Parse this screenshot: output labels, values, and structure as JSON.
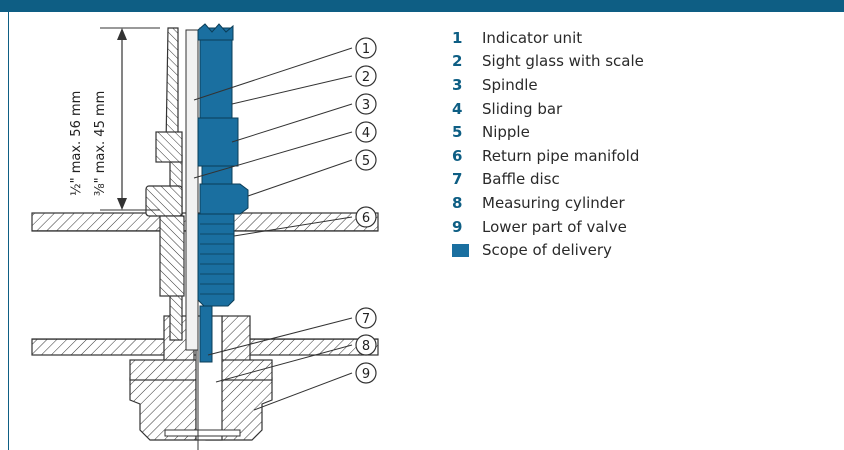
{
  "dimension_labels": {
    "half_inch": "½\" max. 56 mm",
    "three_eighths": "⅜\" max. 45 mm"
  },
  "callouts": [
    "1",
    "2",
    "3",
    "4",
    "5",
    "6",
    "7",
    "8",
    "9"
  ],
  "legend": [
    {
      "num": "1",
      "label": "Indicator unit"
    },
    {
      "num": "2",
      "label": "Sight glass with scale"
    },
    {
      "num": "3",
      "label": "Spindle"
    },
    {
      "num": "4",
      "label": "Sliding bar"
    },
    {
      "num": "5",
      "label": "Nipple"
    },
    {
      "num": "6",
      "label": "Return pipe manifold"
    },
    {
      "num": "7",
      "label": "Baffle disc"
    },
    {
      "num": "8",
      "label": "Measuring cylinder"
    },
    {
      "num": "9",
      "label": "Lower part of valve"
    }
  ],
  "scope": {
    "label": "Scope of delivery",
    "color": "#1a6fa0"
  },
  "accent_color": "#0e5e84"
}
